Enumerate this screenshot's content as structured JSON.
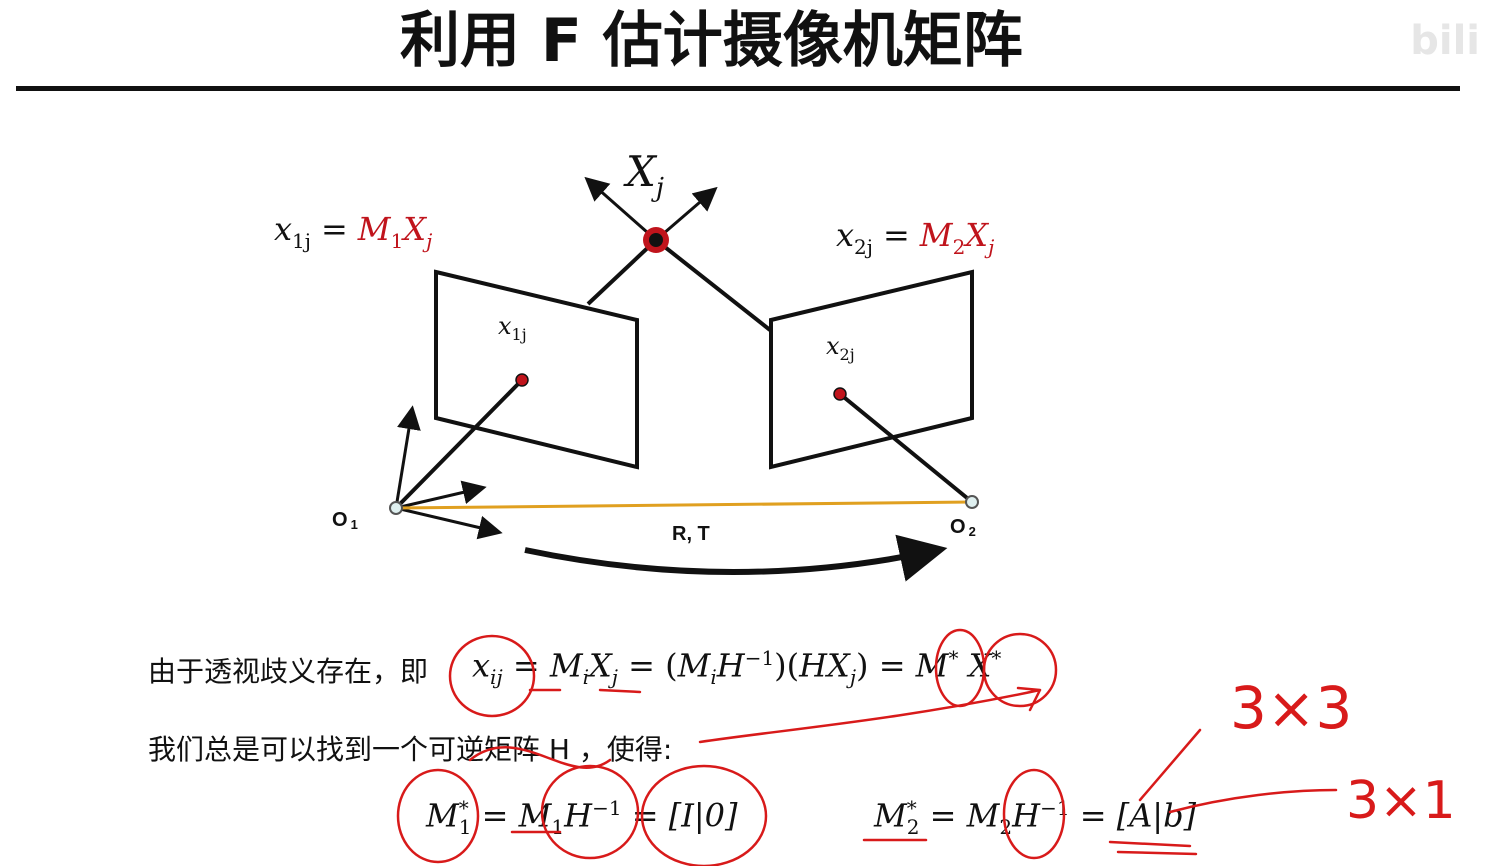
{
  "title": "利用 F 估计摄像机矩阵",
  "watermark": "bili",
  "colors": {
    "ink": "#111111",
    "accent_red": "#c0141c",
    "baseline_orange": "#e0a020",
    "annotation_red": "#d81a1a"
  },
  "diagram": {
    "point_label_X": "X",
    "point_label_X_sub": "j",
    "eq_left": {
      "lhs": "x",
      "lhs_sub": "1j",
      "eq": "=",
      "rhs_M": "M",
      "rhs_M_sub": "1",
      "rhs_X": "X",
      "rhs_X_sub": "j"
    },
    "eq_right": {
      "lhs": "x",
      "lhs_sub": "2j",
      "eq": "=",
      "rhs_M": "M",
      "rhs_M_sub": "2",
      "rhs_X": "X",
      "rhs_X_sub": "j"
    },
    "plane_left_label": "x",
    "plane_left_label_sub": "1j",
    "plane_right_label": "x",
    "plane_right_label_sub": "2j",
    "origin_left": "O",
    "origin_left_sub": "1",
    "origin_right": "O",
    "origin_right_sub": "2",
    "baseline_label": "R, T"
  },
  "text": {
    "line1_cn": "由于透视歧义存在，即",
    "line1_math": {
      "a": "x",
      "a_sub": "ij",
      "eq1": "=",
      "b": "M",
      "b_sub": "i",
      "c": "X",
      "c_sub": "j",
      "eq2": "=",
      "d_open": "(",
      "d": "M",
      "d_sub": "i",
      "d_H": "H",
      "d_sup": "−1",
      "d_close": ")",
      "e_open": "(",
      "e": "HX",
      "e_sub": "j",
      "e_close": ")",
      "eq3": "=",
      "f": "M",
      "f_sup": "*",
      "g": "X",
      "g_sup": "*"
    },
    "line2_cn": "我们总是可以找到一个可逆矩阵 H ，使得:",
    "line3_left": {
      "a": "M",
      "a_sup": "*",
      "a_sub": "1",
      "eq1": "=",
      "b": "M",
      "b_sub": "1",
      "c": "H",
      "c_sup": "−1",
      "eq2": "=",
      "d": "[I|0]"
    },
    "line3_right": {
      "a": "M",
      "a_sup": "*",
      "a_sub": "2",
      "eq1": "=",
      "b": "M",
      "b_sub": "2",
      "c": "H",
      "c_sup": "−1",
      "eq2": "=",
      "d": "[A|b]"
    }
  },
  "annotations": {
    "note_3x3": "3×3",
    "note_3x1": "3×1"
  }
}
